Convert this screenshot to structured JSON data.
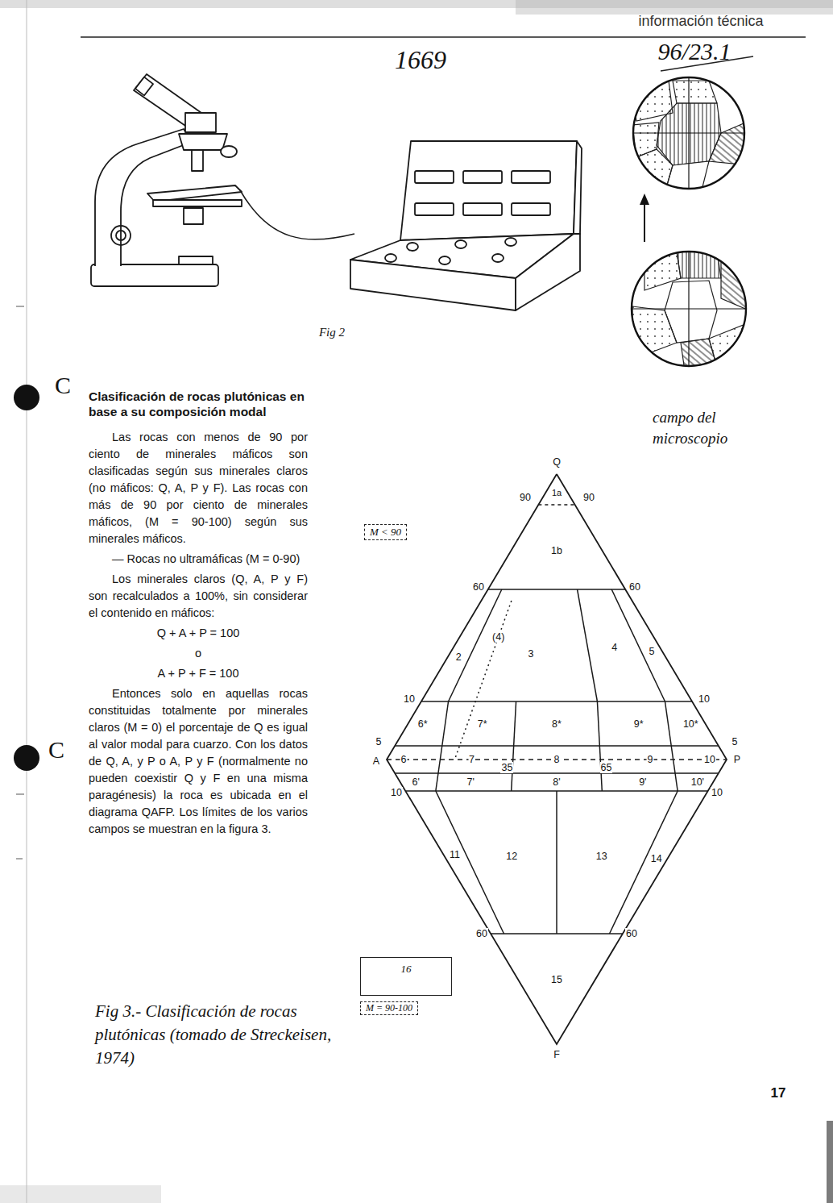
{
  "diagram": {
    "title": "Clasificación de rocas plutónicas en base a su composición modal",
    "caption": "Fig 3.- Clasificación de rocas plutónicas (tomado de Streckeisen, 1974)",
    "nodes": [
      {
        "text": [
          "M < 90"
        ]
      },
      {
        "text": [
          "16"
        ]
      },
      {
        "text": [
          "M = 90-100"
        ]
      }
    ],
    "labels": [
      "información técnica",
      "1669",
      "96/23.1",
      "Fig 2",
      "campo del microscopio",
      "Las rocas con menos de 90 por ciento de minerales máficos son clasificadas según sus minerales claros (no máficos: Q, A, P y F). Las rocas con más de 90 por ciento de minerales máficos, (M = 90-100) según sus minerales máficos.",
      "— Rocas no ultramáficas (M = 0-90)",
      "Los minerales claros (Q, A, P y F) son recalculados a 100%, sin considerar el contenido en máficos:",
      "Q + A + P = 100",
      "o",
      "A + P + F = 100",
      "Entonces solo en aquellas rocas constituidas totalmente por minerales claros (M = 0) el porcentaje de Q es igual al valor modal para cuarzo. Con los datos de Q, A, y P o A, P y F (normalmente no pueden coexistir Q y F en una misma paragénesis) la roca es ubicada en el diagrama QAFP. Los límites de los varios campos se muestran en la figura 3.",
      "17",
      "Q",
      "A",
      "P",
      "F",
      "90",
      "90",
      "1a",
      "1b",
      "60",
      "60",
      "2",
      "(4)",
      "3",
      "4",
      "5",
      "10",
      "10",
      "6*",
      "7*",
      "8*",
      "9*",
      "10*",
      "5",
      "5",
      "6",
      "7",
      "8",
      "9",
      "10",
      "35",
      "65",
      "6'",
      "7'",
      "8'",
      "9'",
      "10'",
      "10",
      "10",
      "11",
      "12",
      "13",
      "14",
      "60",
      "60",
      "15",
      "C",
      "C"
    ]
  }
}
